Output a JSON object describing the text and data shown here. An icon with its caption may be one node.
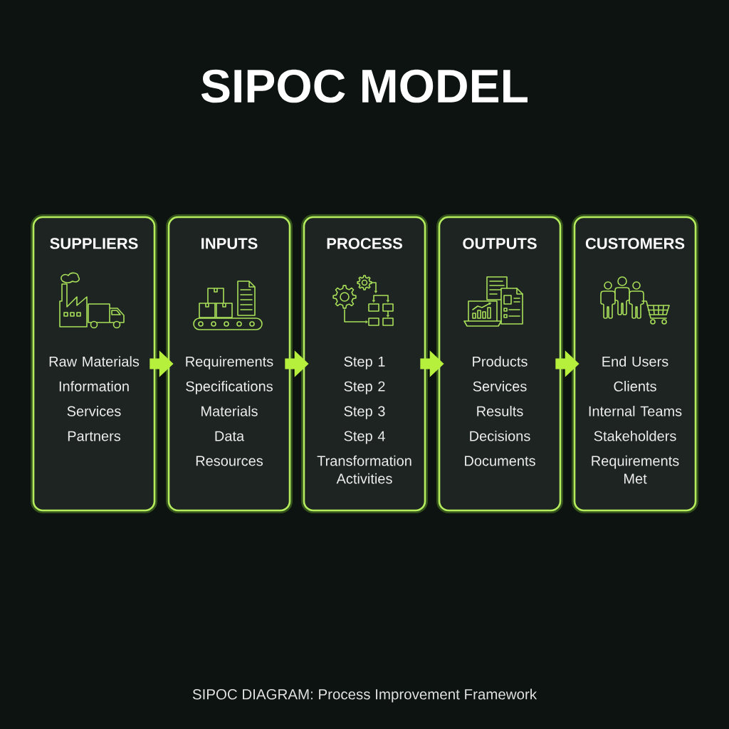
{
  "diagram": {
    "title": "SIPOC MODEL",
    "caption": "SIPOC DIAGRAM: Process Improvement Framework",
    "nodes": [
      {
        "text": [
          "SUPPLIERS",
          "Raw Materials",
          "Information",
          "Services",
          "Partners"
        ]
      },
      {
        "text": [
          "INPUTS",
          "Requirements",
          "Specifications",
          "Materials",
          "Data",
          "Resources"
        ]
      },
      {
        "text": [
          "PROCESS",
          "Step 1",
          "Step 2",
          "Step 3",
          "Step 4",
          "Transformation Activities"
        ]
      },
      {
        "text": [
          "OUTPUTS",
          "Products",
          "Services",
          "Results",
          "Decisions",
          "Documents"
        ]
      },
      {
        "text": [
          "CUSTOMERS",
          "End Users",
          "Clients",
          "Internal Teams",
          "Stakeholders",
          "Requirements Met"
        ]
      }
    ],
    "edges": [
      {
        "from": 0,
        "to": 1,
        "arrow": "to"
      },
      {
        "from": 1,
        "to": 2,
        "arrow": "to"
      },
      {
        "from": 2,
        "to": 3,
        "arrow": "to"
      },
      {
        "from": 3,
        "to": 4,
        "arrow": "to"
      }
    ]
  }
}
